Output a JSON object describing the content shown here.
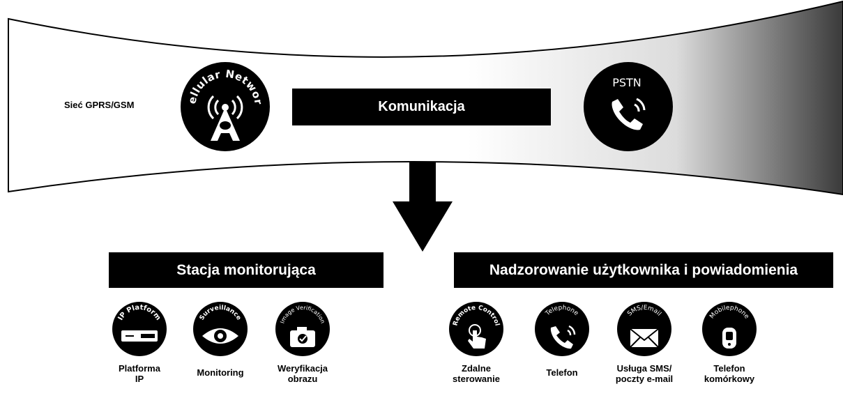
{
  "top": {
    "side_label": "Sieć GPRS/GSM",
    "center_bar": "Komunikacja",
    "cellular_icon_text": "Cellular Network",
    "pstn_icon_text": "PSTN"
  },
  "sections": {
    "left_title": "Stacja monitorująca",
    "right_title": "Nadzorowanie użytkownika i powiadomienia"
  },
  "left_items": [
    {
      "icon_text": "IP Platform",
      "icon": "ip-platform-icon",
      "caption_lines": [
        "Platforma",
        "IP"
      ]
    },
    {
      "icon_text": "Surveillance",
      "icon": "eye-icon",
      "caption_lines": [
        "Monitoring"
      ]
    },
    {
      "icon_text": "Image Verification",
      "icon": "camera-icon",
      "caption_lines": [
        "Weryfikacja",
        "obrazu"
      ]
    }
  ],
  "right_items": [
    {
      "icon_text": "Remote Control",
      "icon": "touch-hand-icon",
      "caption_lines": [
        "Zdalne",
        "sterowanie"
      ]
    },
    {
      "icon_text": "Telephone",
      "icon": "phone-icon",
      "caption_lines": [
        "Telefon"
      ]
    },
    {
      "icon_text": "SMS/Email",
      "icon": "envelope-icon",
      "caption_lines": [
        "Usługa SMS/",
        "poczty e-mail"
      ]
    },
    {
      "icon_text": "Mobilephone",
      "icon": "mobile-phone-icon",
      "caption_lines": [
        "Telefon",
        "komórkowy"
      ]
    }
  ],
  "colors": {
    "background": "#ffffff",
    "ink": "#000000",
    "banner_shade": "#3a3a3a"
  }
}
